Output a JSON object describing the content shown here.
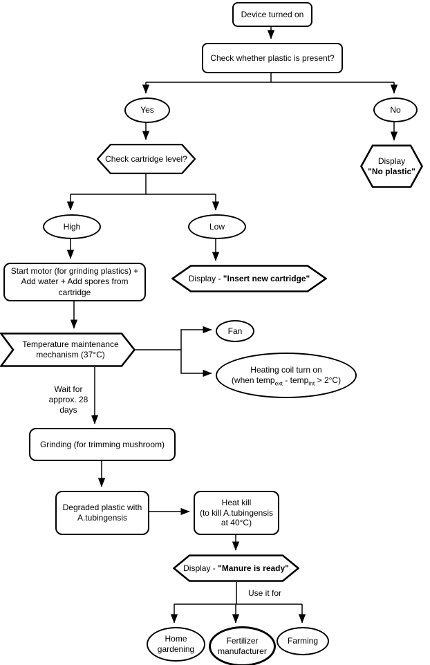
{
  "diagram": {
    "type": "flowchart",
    "colors": {
      "stroke": "#000000",
      "fill": "#ffffff",
      "text": "#000000"
    },
    "nodes": {
      "device_on": {
        "label": "Device turned on"
      },
      "check_plastic": {
        "label": "Check whether plastic is present?"
      },
      "yes": {
        "label": "Yes"
      },
      "no": {
        "label": "No"
      },
      "check_cartridge": {
        "label": "Check cartridge level?"
      },
      "display_no_plastic": {
        "line1": "Display",
        "line2_bold": "\"No plastic\""
      },
      "high": {
        "label": "High"
      },
      "low": {
        "label": "Low"
      },
      "start_motor": {
        "lines": [
          "Start motor (for grinding plastics) +",
          "Add water + Add spores from",
          "cartridge"
        ]
      },
      "display_insert": {
        "prefix": "Display - ",
        "bold": "\"Insert new cartridge\""
      },
      "temp_mechanism": {
        "lines": [
          "Temperature maintenance",
          "mechanism (37°C)"
        ]
      },
      "fan": {
        "label": "Fan"
      },
      "heating_coil": {
        "line1": "Heating coil turn on",
        "l2_p1": "(when temp",
        "l2_sub1": "ext",
        "l2_p2": " - temp",
        "l2_sub2": "int",
        "l2_p3": " > 2°C)"
      },
      "wait_label": {
        "lines": [
          "Wait for",
          "approx. 28",
          "days"
        ]
      },
      "grinding": {
        "label": "Grinding (for trimming mushroom)"
      },
      "degraded": {
        "lines": [
          "Degraded plastic with",
          "A.tubingensis"
        ]
      },
      "heat_kill": {
        "lines": [
          "Heat kill",
          "(to kill A.tubingensis",
          "at 40°C)"
        ]
      },
      "display_manure": {
        "prefix": "Display - ",
        "bold": "\"Manure is ready\""
      },
      "use_label": {
        "label": "Use it for"
      },
      "home_gardening": {
        "lines": [
          "Home",
          "gardening"
        ]
      },
      "fertilizer": {
        "lines": [
          "Fertilizer",
          "manufacturer"
        ]
      },
      "farming": {
        "label": "Farming"
      }
    }
  }
}
